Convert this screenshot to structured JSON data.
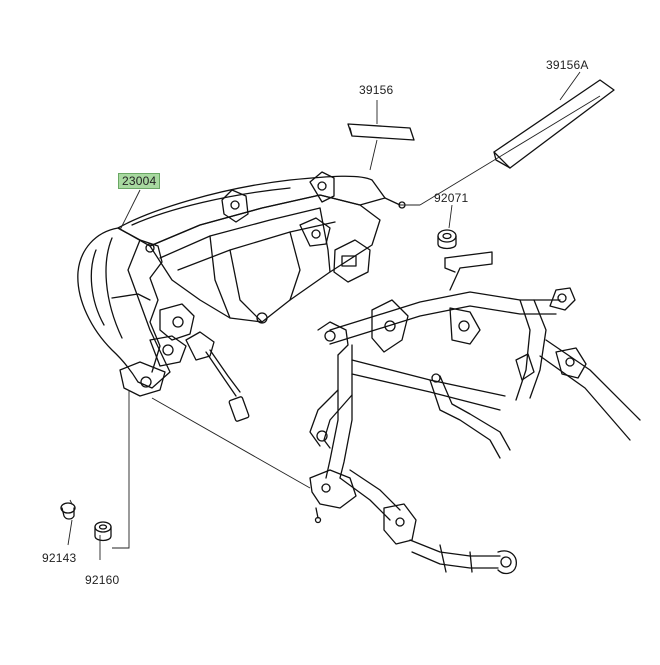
{
  "diagram": {
    "accent_color": "#a8d9a0",
    "parts": [
      {
        "id": "p23004",
        "number": "23004",
        "highlighted": true,
        "depicts": "headlight-assembly"
      },
      {
        "id": "p39156",
        "number": "39156",
        "highlighted": false,
        "depicts": "damper-block"
      },
      {
        "id": "p39156A",
        "number": "39156A",
        "highlighted": false,
        "depicts": "damper-strip"
      },
      {
        "id": "p92071",
        "number": "92071",
        "highlighted": false,
        "depicts": "grommet"
      },
      {
        "id": "p92143",
        "number": "92143",
        "highlighted": false,
        "depicts": "collar"
      },
      {
        "id": "p92160",
        "number": "92160",
        "highlighted": false,
        "depicts": "damper"
      }
    ]
  }
}
